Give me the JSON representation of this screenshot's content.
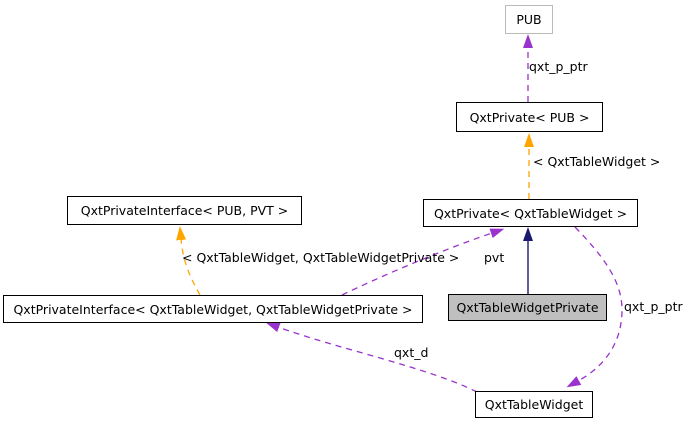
{
  "diagram": {
    "nodes": {
      "pub": {
        "label": "PUB"
      },
      "qxt_private_pub": {
        "label": "QxtPrivate< PUB >"
      },
      "qxt_private_table": {
        "label": "QxtPrivate< QxtTableWidget >"
      },
      "iface_pub_pvt": {
        "label": "QxtPrivateInterface< PUB, PVT >"
      },
      "iface_table": {
        "label": "QxtPrivateInterface< QxtTableWidget, QxtTableWidgetPrivate >"
      },
      "tablewidget_private": {
        "label": "QxtTableWidgetPrivate",
        "highlighted": "true"
      },
      "tablewidget": {
        "label": "QxtTableWidget"
      }
    },
    "edge_labels": {
      "qxt_p_ptr_top": "qxt_p_ptr",
      "template_table": "< QxtTableWidget >",
      "template_pair": "< QxtTableWidget, QxtTableWidgetPrivate >",
      "pvt": "pvt",
      "qxt_p_ptr_right": "qxt_p_ptr",
      "qxt_d": "qxt_d"
    },
    "colors": {
      "usage_edge": "#9a32cd",
      "template_edge": "#ffa500",
      "inheritance_edge": "#191970",
      "node_border": "#000000",
      "external_node_border": "#bbbbbb",
      "highlight_fill": "#bfbfbf",
      "node_fill": "#ffffff",
      "text": "#000000"
    }
  }
}
